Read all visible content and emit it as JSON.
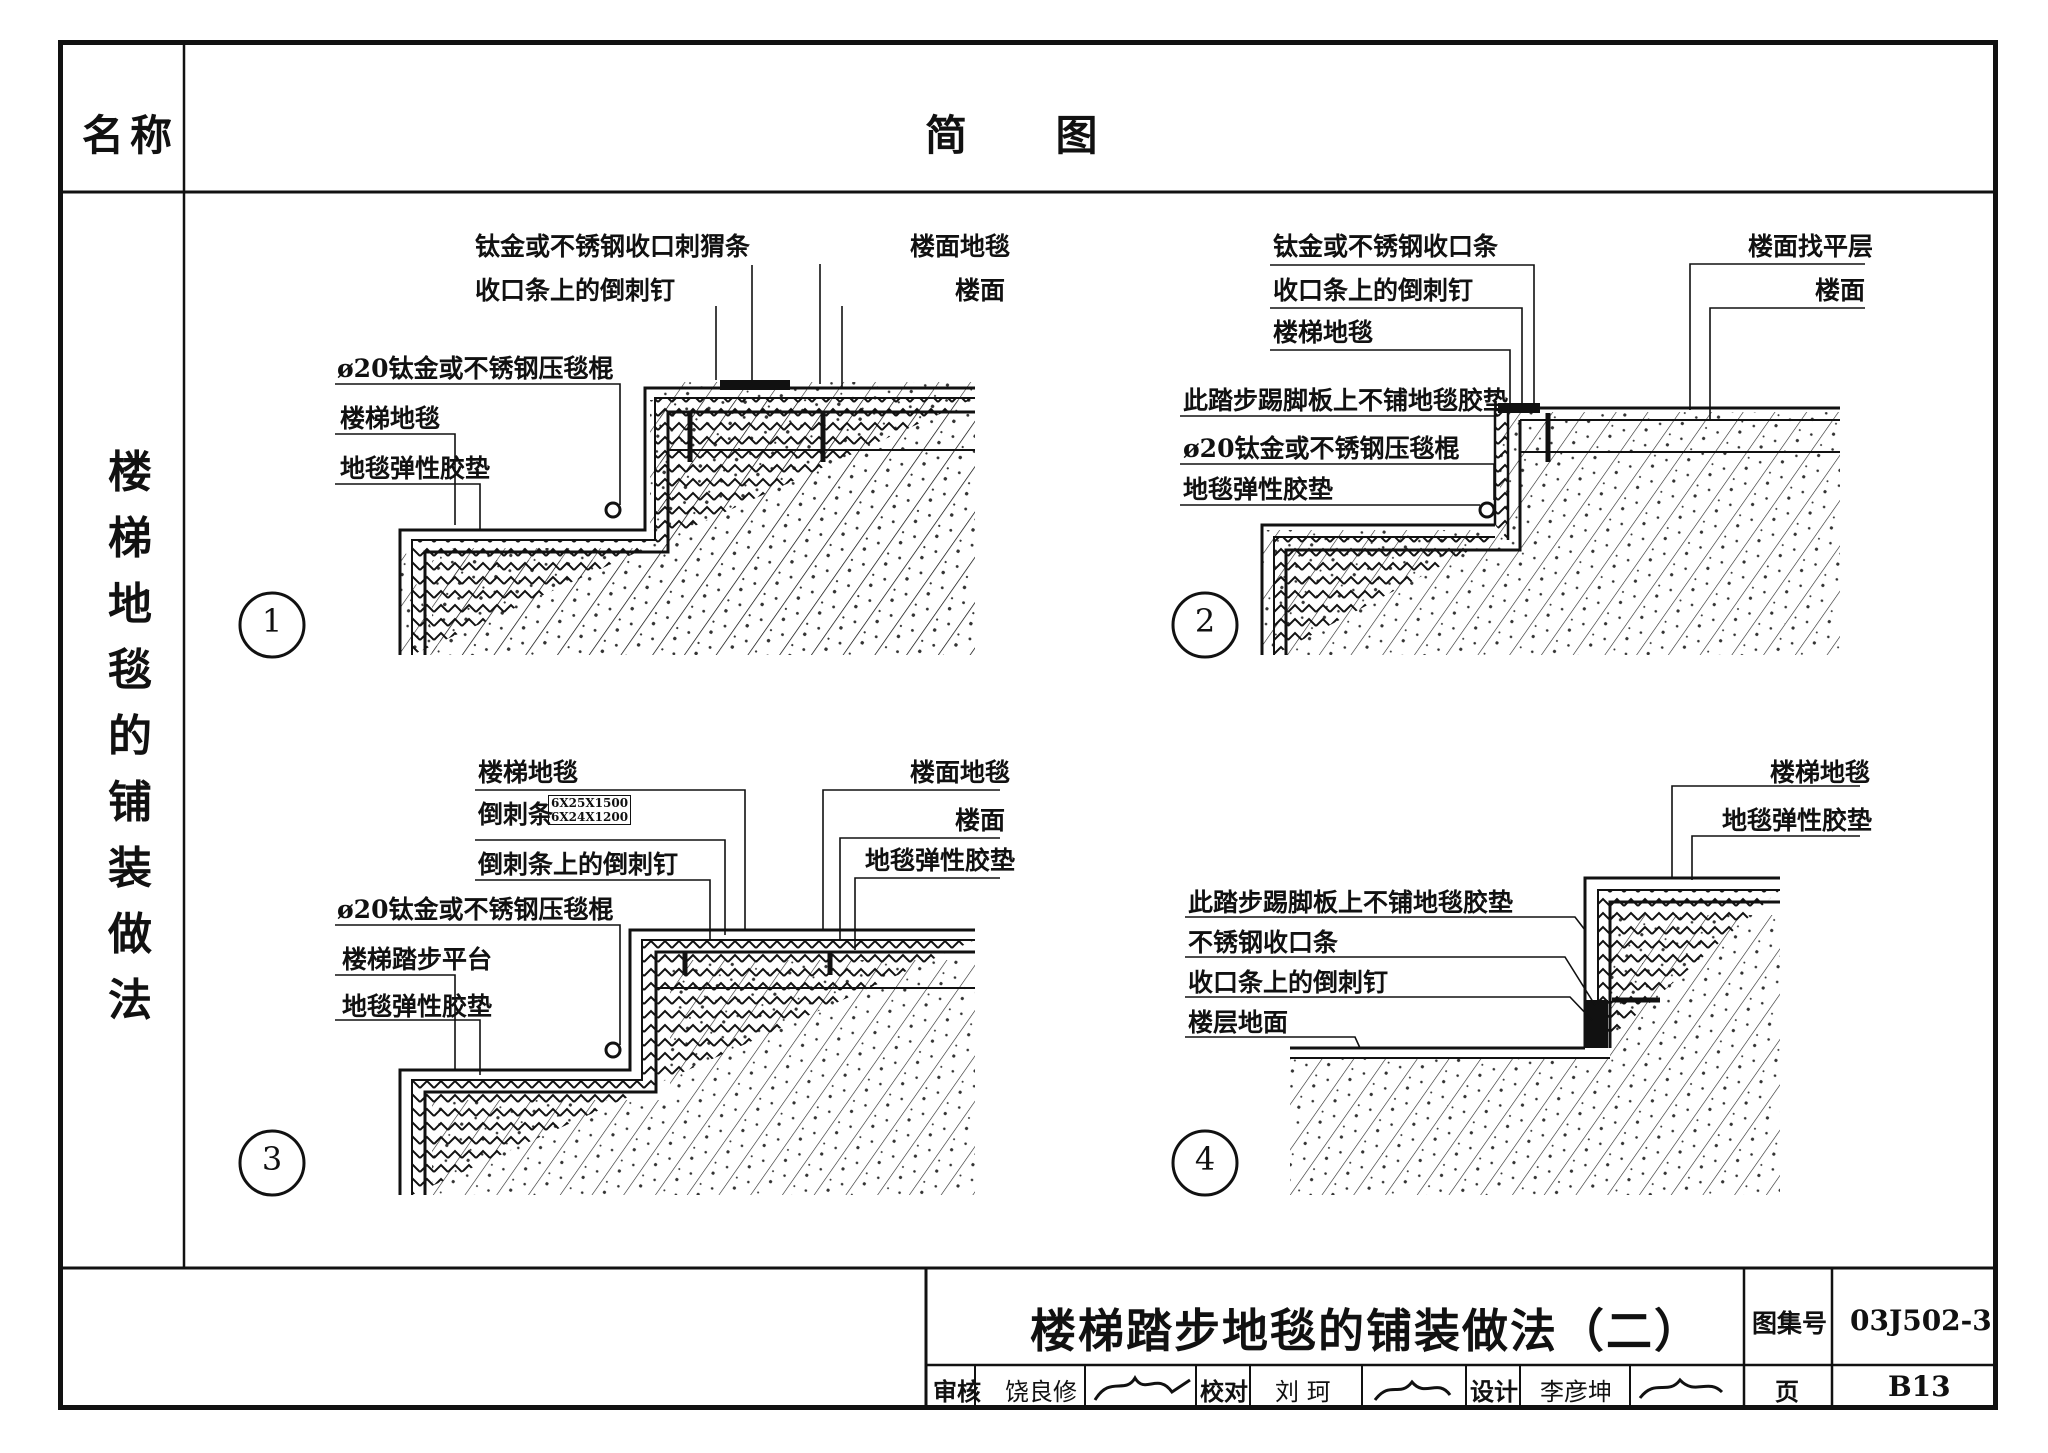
{
  "header": {
    "name_col": "名称",
    "diagram_col": "简    图"
  },
  "side_title": [
    "楼",
    "梯",
    "地",
    "毯",
    "的",
    "铺",
    "装",
    "做",
    "法"
  ],
  "details": [
    {
      "num": "1",
      "labels": [
        "钛金或不锈钢收口刺猬条",
        "收口条上的倒刺钉",
        "楼面地毯",
        "楼面",
        "ø20钛金或不锈钢压毯棍",
        "楼梯地毯",
        "地毯弹性胶垫"
      ]
    },
    {
      "num": "2",
      "labels": [
        "钛金或不锈钢收口条",
        "收口条上的倒刺钉",
        "楼梯地毯",
        "楼面找平层",
        "楼面",
        "此踏步踢脚板上不铺地毯胶垫",
        "ø20钛金或不锈钢压毯棍",
        "地毯弹性胶垫"
      ]
    },
    {
      "num": "3",
      "labels": [
        "楼梯地毯",
        "倒刺条",
        "6X25X1500",
        "6X24X1200",
        "倒刺条上的倒刺钉",
        "楼面地毯",
        "楼面",
        "地毯弹性胶垫",
        "ø20钛金或不锈钢压毯棍",
        "楼梯踏步平台",
        "地毯弹性胶垫"
      ]
    },
    {
      "num": "4",
      "labels": [
        "楼梯地毯",
        "地毯弹性胶垫",
        "此踏步踢脚板上不铺地毯胶垫",
        "不锈钢收口条",
        "收口条上的倒刺钉",
        "楼层地面"
      ]
    }
  ],
  "title_block": {
    "title": "楼梯踏步地毯的铺装做法（二）",
    "atlas_label": "图集号",
    "atlas_no": "03J502-3",
    "review_label": "审核",
    "reviewer": "饶良修",
    "check_label": "校对",
    "checker": "刘 珂",
    "design_label": "设计",
    "designer": "李彦坤",
    "page_label": "页",
    "page_no": "B13"
  }
}
